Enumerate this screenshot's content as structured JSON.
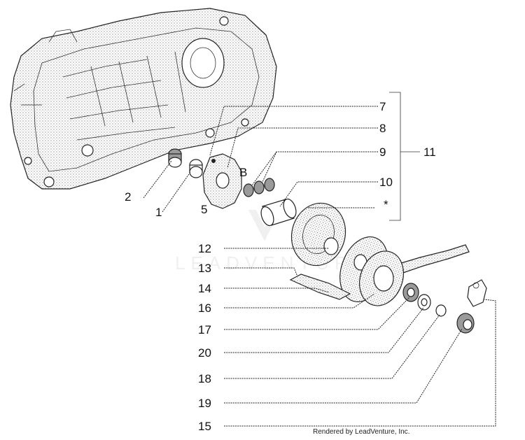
{
  "callouts": [
    {
      "id": "c1",
      "label": "1"
    },
    {
      "id": "c2",
      "label": "2"
    },
    {
      "id": "c7",
      "label": "7"
    },
    {
      "id": "c8",
      "label": "8"
    },
    {
      "id": "c9",
      "label": "9"
    },
    {
      "id": "c10",
      "label": "10"
    },
    {
      "id": "c11",
      "label": "11"
    },
    {
      "id": "c12",
      "label": "12"
    },
    {
      "id": "c13",
      "label": "13"
    },
    {
      "id": "c14",
      "label": "14"
    },
    {
      "id": "c15",
      "label": "15"
    },
    {
      "id": "c16",
      "label": "16"
    },
    {
      "id": "c17",
      "label": "17"
    },
    {
      "id": "c18",
      "label": "18"
    },
    {
      "id": "c19",
      "label": "19"
    },
    {
      "id": "c20",
      "label": "20"
    }
  ],
  "marks": {
    "star": "*",
    "b": "B",
    "five": "5"
  },
  "watermark": "LEADVENTURE",
  "credit": "Rendered by LeadVenture, Inc."
}
